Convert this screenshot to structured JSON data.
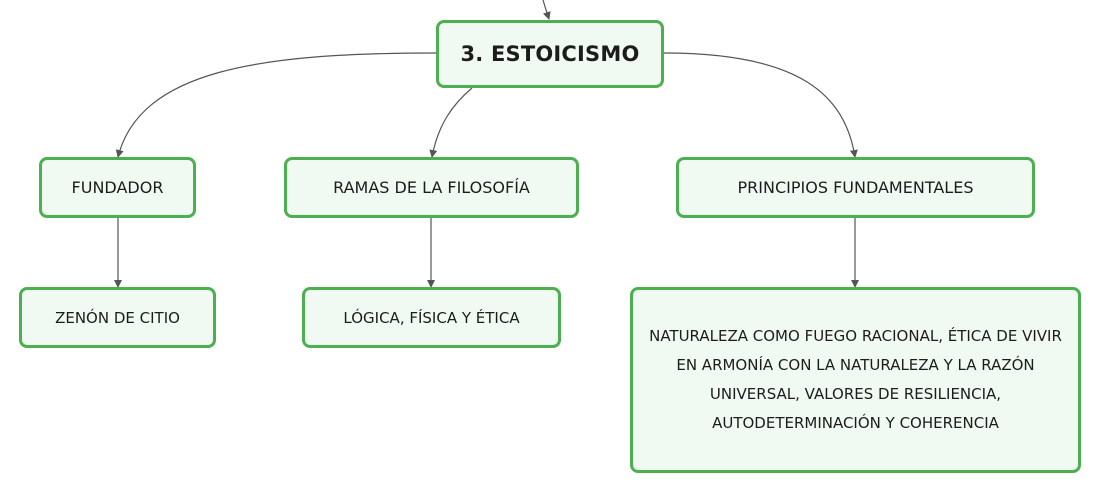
{
  "diagram": {
    "root": {
      "label": "3. ESTOICISMO"
    },
    "branches": [
      {
        "label": "FUNDADOR",
        "child": "ZENÓN DE CITIO"
      },
      {
        "label": "RAMAS DE LA FILOSOFÍA",
        "child": "LÓGICA, FÍSICA Y ÉTICA"
      },
      {
        "label": "PRINCIPIOS FUNDAMENTALES",
        "child": "NATURALEZA COMO FUEGO RACIONAL, ÉTICA DE VIVIR EN ARMONÍA CON LA NATURALEZA Y LA RAZÓN UNIVERSAL, VALORES DE RESILIENCIA, AUTODETERMINACIÓN Y COHERENCIA"
      }
    ],
    "colors": {
      "node_border": "#4caf50",
      "node_fill": "#f1faf2",
      "connector": "#555555",
      "text": "#1c1c1c"
    }
  }
}
